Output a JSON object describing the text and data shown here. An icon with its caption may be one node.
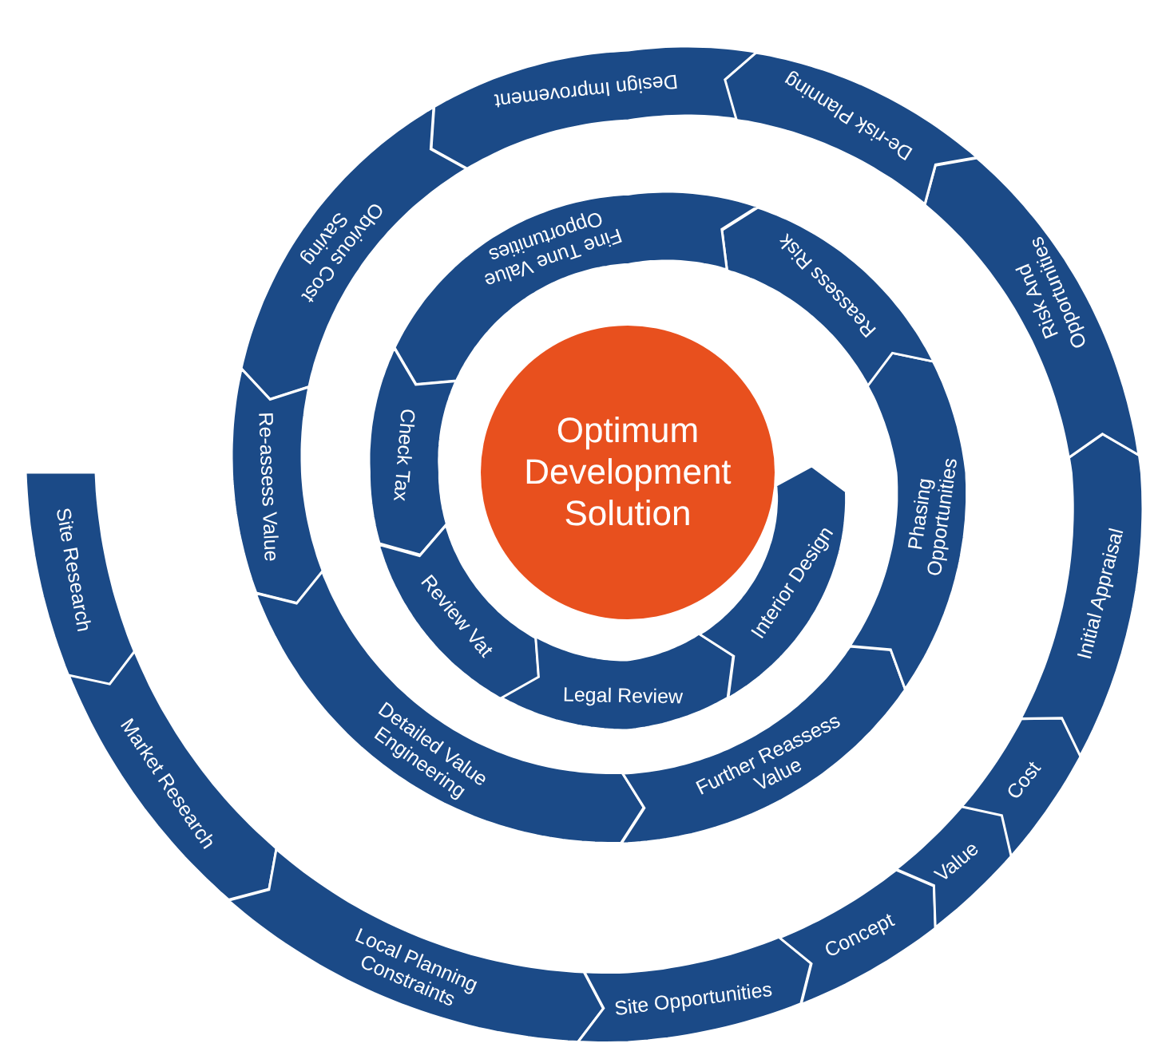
{
  "diagram": {
    "nodes": [
      {
        "text": [
          "Site Research"
        ]
      },
      {
        "text": [
          "Market Research"
        ]
      },
      {
        "text": [
          "Local Planning Constraints"
        ]
      },
      {
        "text": [
          "Site Opportunities"
        ]
      },
      {
        "text": [
          "Concept"
        ]
      },
      {
        "text": [
          "Value"
        ]
      },
      {
        "text": [
          "Cost"
        ]
      },
      {
        "text": [
          "Initial Appraisal"
        ]
      },
      {
        "text": [
          "Risk And Opportunities"
        ]
      },
      {
        "text": [
          "De-risk Planning"
        ]
      },
      {
        "text": [
          "Design Improvement"
        ]
      },
      {
        "text": [
          "Obvious Cost Saving"
        ]
      },
      {
        "text": [
          "Re-assess Value"
        ]
      },
      {
        "text": [
          "Detailed Value Engineering"
        ]
      },
      {
        "text": [
          "Further Reassess Value"
        ]
      },
      {
        "text": [
          "Phasing Opportunities"
        ]
      },
      {
        "text": [
          "Reassess Risk"
        ]
      },
      {
        "text": [
          "Fine Tune Value Opportunities"
        ]
      },
      {
        "text": [
          "Check Tax"
        ]
      },
      {
        "text": [
          "Review Vat"
        ]
      },
      {
        "text": [
          "Legal Review"
        ]
      },
      {
        "text": [
          "Interior Design"
        ]
      },
      {
        "text": [
          "Optimum Development Solution"
        ]
      }
    ]
  }
}
